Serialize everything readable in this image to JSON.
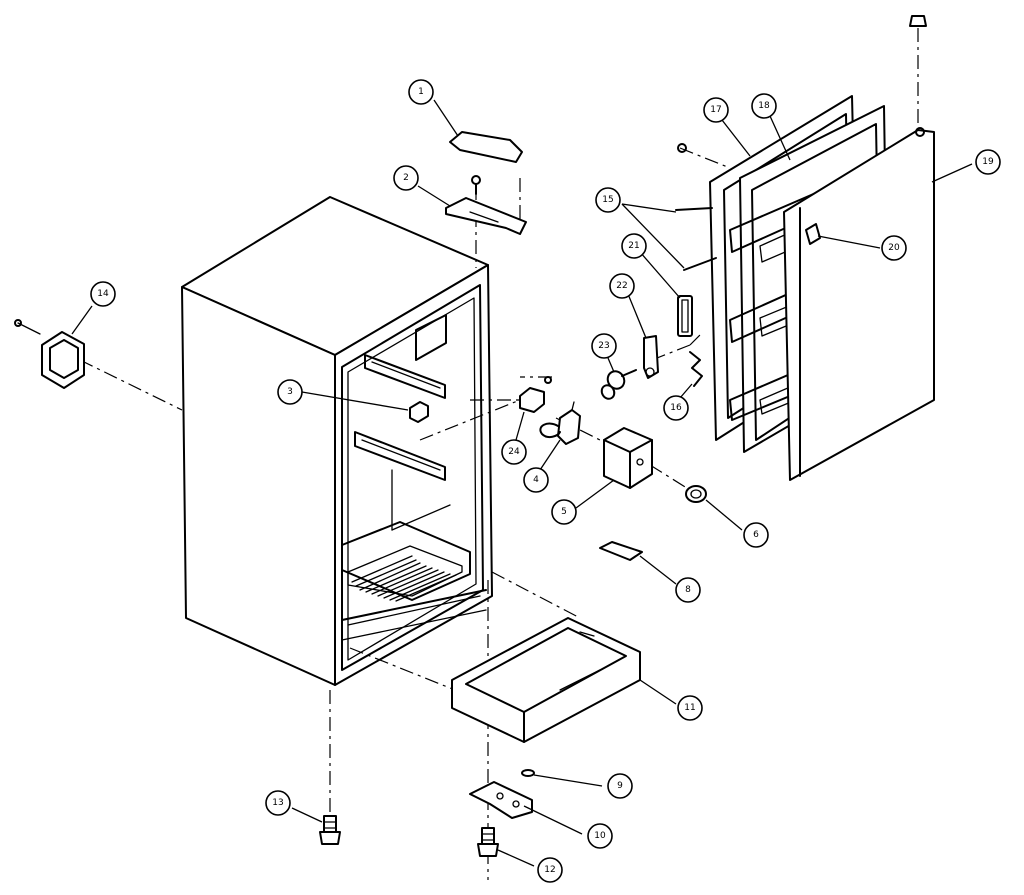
{
  "diagram": {
    "callouts": [
      "1",
      "2",
      "3",
      "4",
      "5",
      "6",
      "8",
      "9",
      "10",
      "11",
      "12",
      "13",
      "14",
      "15",
      "16",
      "17",
      "18",
      "19",
      "20",
      "21",
      "22",
      "23",
      "24"
    ]
  }
}
